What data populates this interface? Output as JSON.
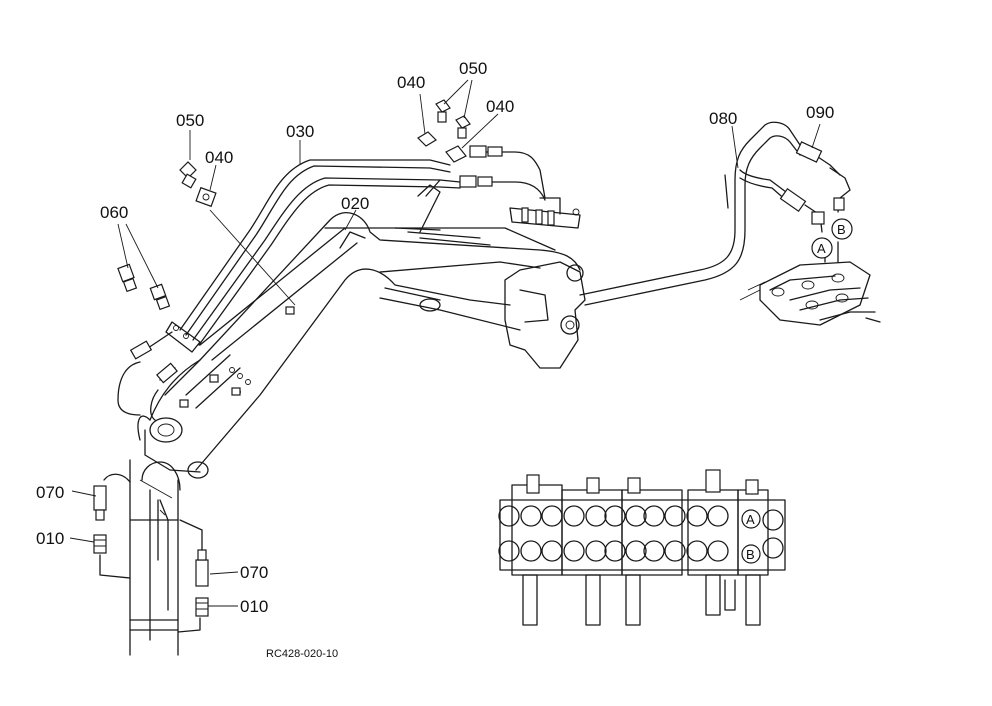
{
  "callouts": {
    "c050_left": "050",
    "c040_left": "040",
    "c030": "030",
    "c020": "020",
    "c060": "060",
    "c040_top": "040",
    "c050_top": "050",
    "c040_top_right": "040",
    "c080": "080",
    "c090": "090",
    "c070_left": "070",
    "c010_left": "010",
    "c070_right": "070",
    "c010_right": "010"
  },
  "ports": {
    "a_top": "A",
    "b_top": "B",
    "a_valve": "A",
    "b_valve": "B"
  },
  "drawing_code": "RC428-020-10"
}
